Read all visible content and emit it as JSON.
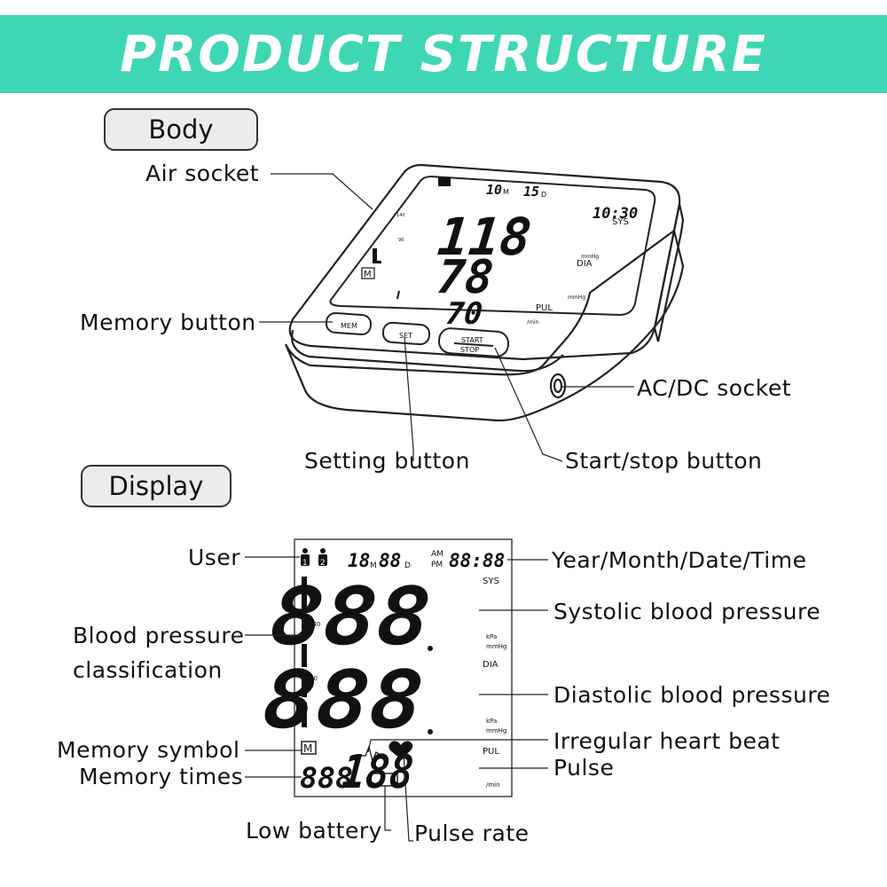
{
  "header": {
    "title": "PRODUCT STRUCTURE"
  },
  "sections": {
    "body": "Body",
    "display": "Display"
  },
  "body_labels": {
    "air_socket": "Air socket",
    "memory_button": "Memory button",
    "ac_dc_socket": "AC/DC socket",
    "setting_button": "Setting button",
    "start_stop_button": "Start/stop button"
  },
  "device_screen": {
    "month": "10",
    "month_unit": "M",
    "day": "15",
    "day_unit": "D",
    "time": "10:30",
    "sys": "118",
    "dia": "78",
    "pulse": "70",
    "sys_label": "SYS",
    "dia_label": "DIA",
    "pul_label": "PUL",
    "unit": "mmHg",
    "pulse_unit": "/min",
    "memory": "M",
    "scale_high": "140",
    "scale_low": "90"
  },
  "device_buttons": {
    "mem": "MEM",
    "set": "SET",
    "start": "START",
    "stop": "STOP"
  },
  "display_labels": {
    "user": "User",
    "bp_class_line1": "Blood pressure",
    "bp_class_line2": "classification",
    "memory_symbol": "Memory symbol",
    "memory_times": "Memory times",
    "low_battery": "Low battery",
    "pulse_rate": "Pulse rate",
    "year_date_time": "Year/Month/Date/Time",
    "systolic": "Systolic blood pressure",
    "diastolic": "Diastolic blood pressure",
    "irregular": "Irregular heart beat",
    "pulse": "Pulse"
  },
  "lcd": {
    "user1": "1",
    "user2": "2",
    "month": "18",
    "month_unit": "M",
    "day": "88",
    "day_unit": "D",
    "am": "AM",
    "pm": "PM",
    "time": "88:88",
    "sys_digits": "888",
    "dia_digits": "888",
    "pulse_digits": "188",
    "memory_digits": "888",
    "memory_symbol": "M",
    "sys_label": "SYS",
    "dia_label": "DIA",
    "pul_label": "PUL",
    "kpa": "kPa",
    "mmhg": "mmHg",
    "per_min": "/min",
    "scale_high": "140",
    "scale_low": "90"
  }
}
